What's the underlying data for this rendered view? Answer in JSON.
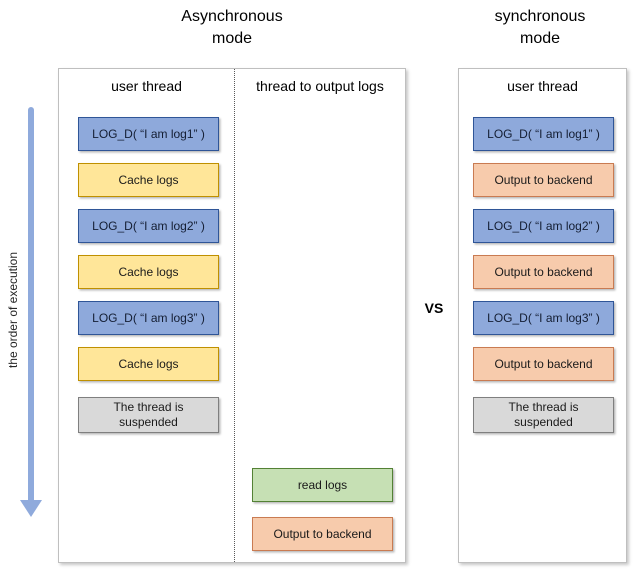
{
  "diagram": {
    "left_title": "Asynchronous\nmode",
    "right_title": "synchronous\nmode",
    "vs_label": "VS",
    "execution_axis_label": "the order of execution"
  },
  "colors": {
    "log_call_fill": "#8EA9DB",
    "log_call_border": "#2F5597",
    "cache_fill": "#FFE699",
    "cache_border": "#BF9000",
    "output_fill": "#F7CBAC",
    "output_border": "#C97B52",
    "read_fill": "#C6E0B4",
    "read_border": "#538135",
    "suspended_fill": "#D9D9D9",
    "suspended_border": "#7F7F7F",
    "arrow": "#8FAADC",
    "panel_border": "#BFBFBF"
  },
  "async_panel": {
    "user_thread_header": "user thread",
    "output_thread_header": "thread to output logs",
    "user_thread_boxes": [
      {
        "label": "LOG_D( “I am log1” )"
      },
      {
        "label": "Cache logs"
      },
      {
        "label": "LOG_D( “I am log2” )"
      },
      {
        "label": "Cache logs"
      },
      {
        "label": "LOG_D( “I am log3” )"
      },
      {
        "label": "Cache logs"
      },
      {
        "label": "The thread is suspended"
      }
    ],
    "output_thread_boxes": [
      {
        "label": "read logs"
      },
      {
        "label": "Output to backend"
      }
    ]
  },
  "sync_panel": {
    "user_thread_header": "user thread",
    "boxes": [
      {
        "label": "LOG_D( “I am log1” )"
      },
      {
        "label": "Output to backend"
      },
      {
        "label": "LOG_D( “I am log2” )"
      },
      {
        "label": "Output to backend"
      },
      {
        "label": "LOG_D( “I am log3” )"
      },
      {
        "label": "Output to backend"
      },
      {
        "label": "The thread is suspended"
      }
    ]
  }
}
